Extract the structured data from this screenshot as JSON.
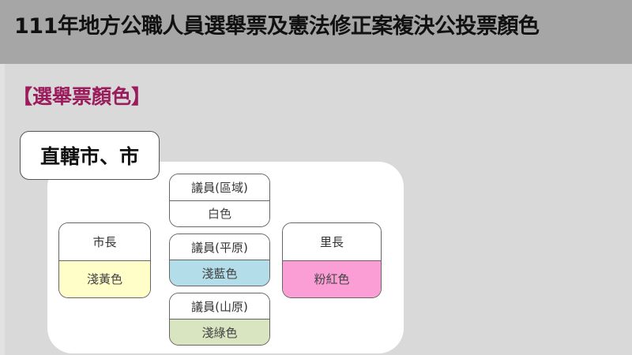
{
  "header": {
    "title": "111年地方公職人員選舉票及憲法修正案複決公投票顏色"
  },
  "section": {
    "title": "【選舉票顏色】"
  },
  "category": {
    "label": "直轄市、市"
  },
  "ballots": [
    {
      "office": "市長",
      "color_name": "淺黃色",
      "color_hex": "#fffdc8"
    },
    {
      "office": "議員(區域)",
      "color_name": "白色",
      "color_hex": "#ffffff"
    },
    {
      "office": "議員(平原)",
      "color_name": "淺藍色",
      "color_hex": "#b2dde9"
    },
    {
      "office": "議員(山原)",
      "color_name": "淺綠色",
      "color_hex": "#d8e5c0"
    },
    {
      "office": "里長",
      "color_name": "粉紅色",
      "color_hex": "#fb9ed6"
    }
  ],
  "colors": {
    "header_band": "#a6a6a6",
    "background": "#d9d9d9",
    "section_title": "#9b1c5c"
  }
}
